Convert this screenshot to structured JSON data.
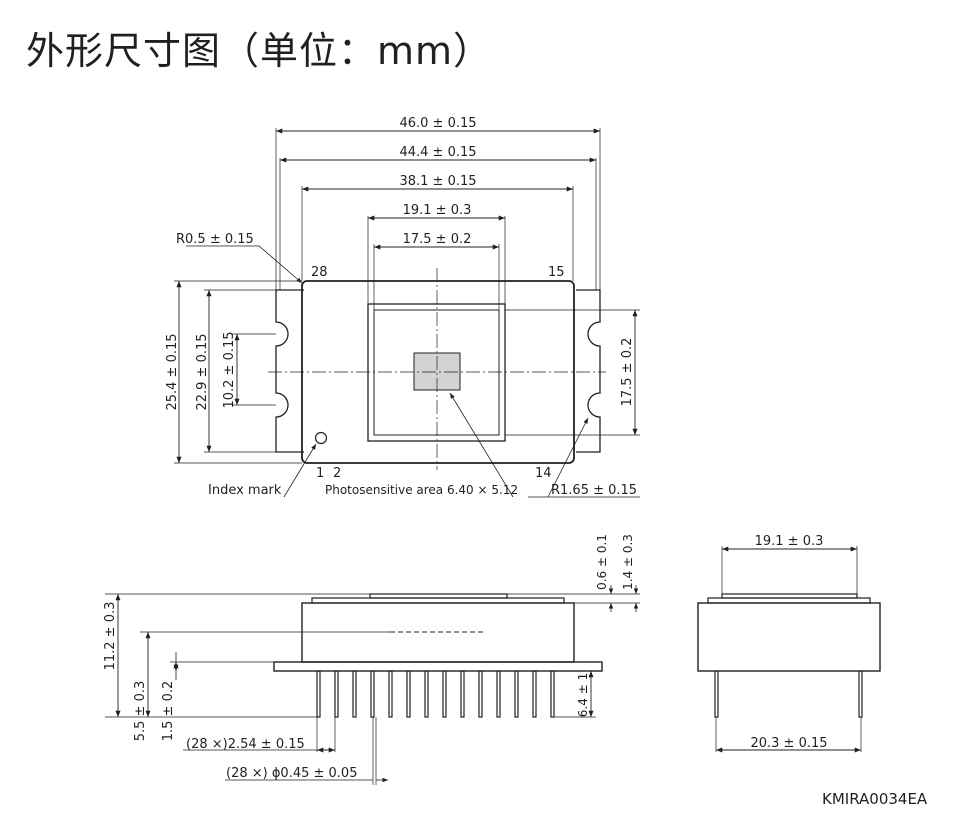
{
  "title": "外形尺寸图（单位：mm）",
  "drawing_code": "KMIRA0034EA",
  "top_view": {
    "dims": {
      "overall_width": "46.0 ± 0.15",
      "pin_span": "44.4 ± 0.15",
      "body_width": "38.1 ± 0.15",
      "window_outer": "19.1 ± 0.3",
      "window_inner": "17.5 ± 0.2",
      "corner_radius": "R0.5 ± 0.15",
      "overall_height": "25.4 ± 0.15",
      "body_height": "22.9 ± 0.15",
      "notch_pitch": "10.2 ± 0.15",
      "window_height": "17.5 ± 0.2",
      "notch_radius": "R1.65 ± 0.15"
    },
    "pins": {
      "p28": "28",
      "p15": "15",
      "p1": "1",
      "p2": "2",
      "p14": "14"
    },
    "labels": {
      "index_mark": "Index mark",
      "photosensitive": "Photosensitive area 6.40 × 5.12"
    }
  },
  "side_view": {
    "dims": {
      "window_thickness": "0.6 ± 0.1",
      "window_height": "1.4 ± 0.3",
      "total_height": "11.2 ± 0.3",
      "base_height": "5.5 ± 0.3",
      "flange_height": "1.5 ± 0.2",
      "lead_length": "6.4 ± 1",
      "pin_pitch": "(28 ×)2.54 ± 0.15",
      "pin_diameter": "(28 ×) ϕ0.45 ± 0.05"
    }
  },
  "end_view": {
    "dims": {
      "window_width": "19.1 ± 0.3",
      "row_spacing": "20.3 ± 0.15"
    }
  }
}
